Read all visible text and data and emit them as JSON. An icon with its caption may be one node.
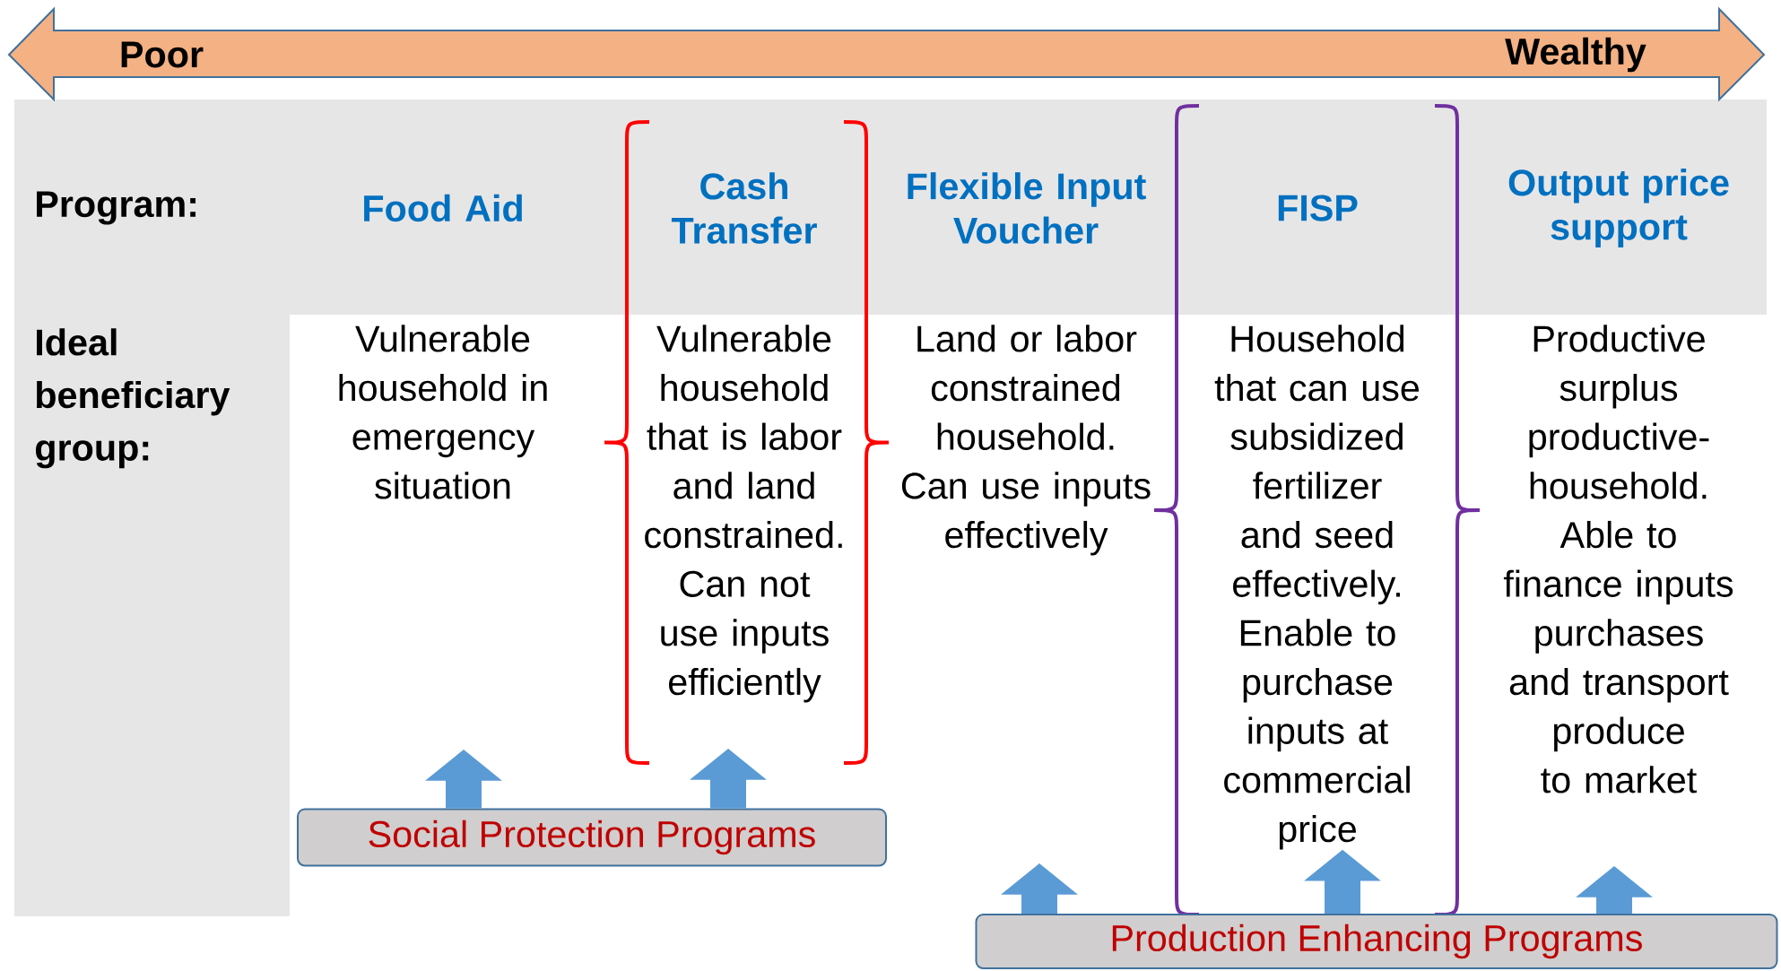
{
  "diagram": {
    "nodes": [
      {
        "text": [
          "Poor",
          "Wealthy"
        ]
      },
      {
        "text": [
          "Vulnerable household in emergency situation"
        ]
      },
      {
        "text": [
          "Vulnerable household that is labor and land constrained. Can not use inputs efficiently"
        ]
      },
      {
        "text": [
          "Land or labor constrained household. Can use inputs effectively"
        ]
      },
      {
        "text": [
          "Household that can use subsidized fertilizer and seed effectively. Enable to purchase inputs at commercial price"
        ]
      },
      {
        "text": [
          "Productive surplus productive-household. Able to finance inputs purchases and transport produce to market"
        ]
      },
      {
        "text": [
          "Social Protection Programs"
        ]
      },
      {
        "text": [
          "Production Enhancing Programs"
        ]
      }
    ],
    "edges": [
      {
        "from": 6,
        "to": null,
        "arrow": "to"
      },
      {
        "from": 6,
        "to": null,
        "arrow": "to"
      },
      {
        "from": 7,
        "to": null,
        "arrow": "to"
      },
      {
        "from": 7,
        "to": 4,
        "arrow": "to"
      },
      {
        "from": 7,
        "to": null,
        "arrow": "to"
      }
    ],
    "labels": [
      "Program:",
      "Food Aid",
      "Cash Transfer",
      "Flexible Input Voucher",
      "FISP",
      "Output price support",
      "Ideal beneficiary group:"
    ]
  }
}
